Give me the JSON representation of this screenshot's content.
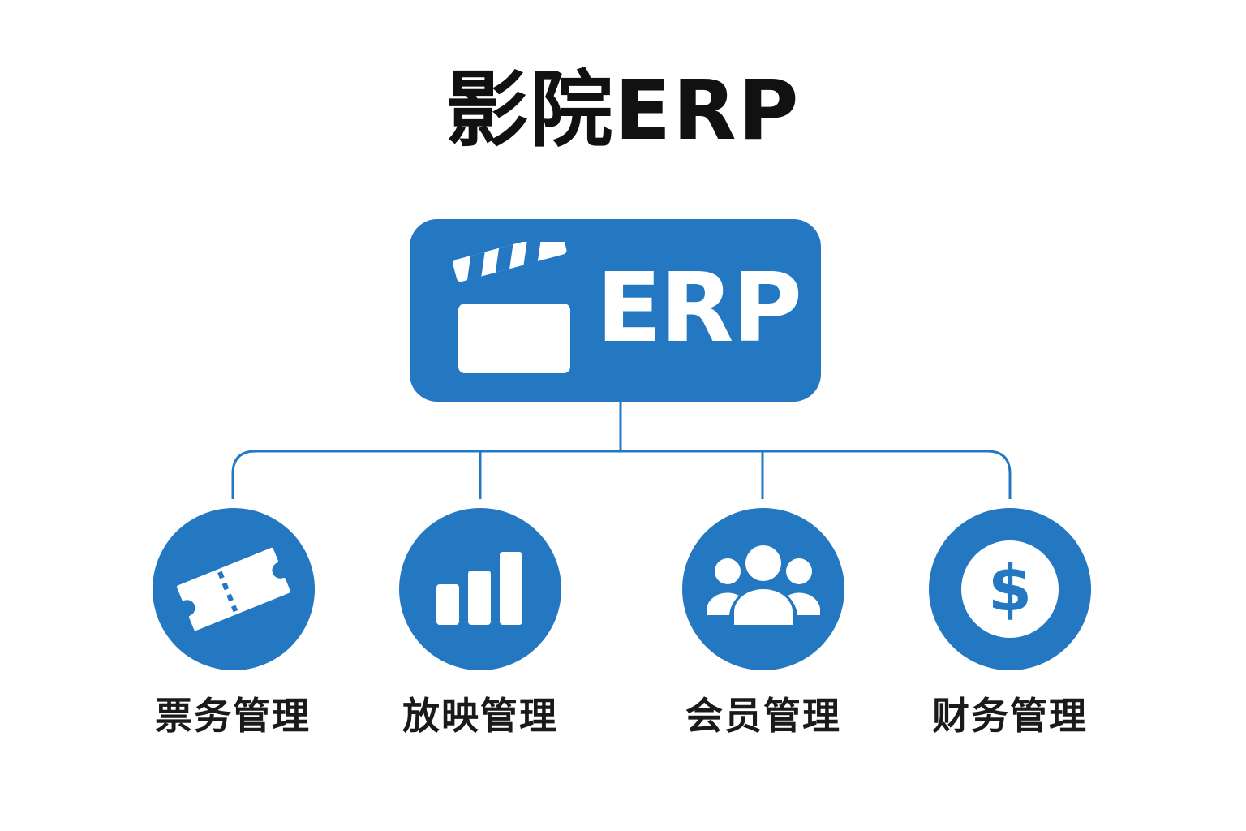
{
  "title": "影院ERP",
  "root": {
    "label": "ERP",
    "icon": "clapperboard-icon"
  },
  "modules": [
    {
      "label": "票务管理",
      "icon": "ticket-icon"
    },
    {
      "label": "放映管理",
      "icon": "bar-chart-icon"
    },
    {
      "label": "会员管理",
      "icon": "users-icon"
    },
    {
      "label": "财务管理",
      "icon": "dollar-icon"
    }
  ],
  "colors": {
    "accent": "#2478c2",
    "text": "#111111",
    "background": "#ffffff"
  }
}
